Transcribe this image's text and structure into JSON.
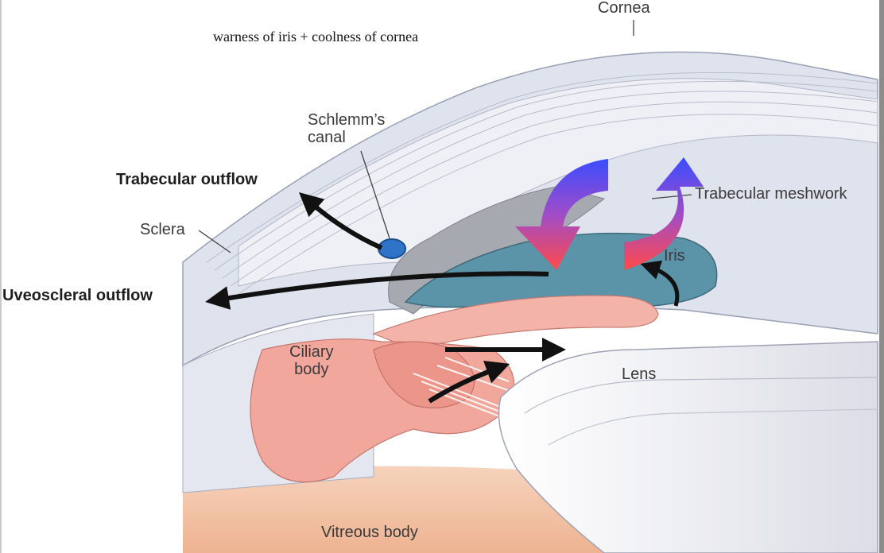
{
  "note": "warness of iris + coolness of cornea",
  "labels": {
    "cornea": "Cornea",
    "schlemm": "Schlemm’s\ncanal",
    "trabecular_outflow": "Trabecular outflow",
    "trabecular_meshwork": "Trabecular meshwork",
    "sclera": "Sclera",
    "iris": "Iris",
    "uveoscleral_outflow": "Uveoscleral outflow",
    "ciliary_body": "Ciliary\nbody",
    "lens": "Lens",
    "vitreous_body": "Vitreous body"
  },
  "colors": {
    "convection_top": "#3a4dff",
    "convection_bottom": "#ff4a4a",
    "iris_fill": "#5b93a8",
    "ciliary_fill": "#f2a79c",
    "vitreous_fill": "#f3c4a8"
  }
}
